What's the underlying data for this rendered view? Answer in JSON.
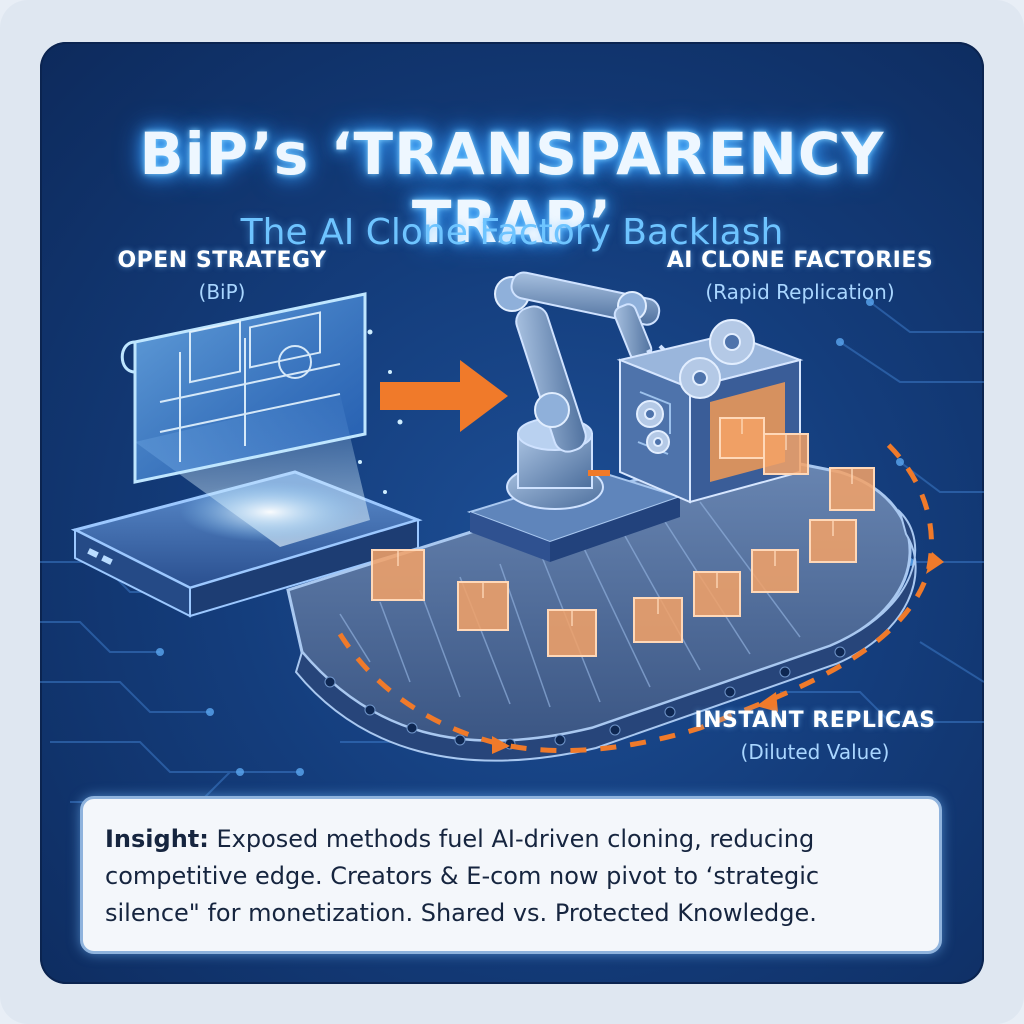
{
  "title": "BiP’s ‘TRANSPARENCY TRAP’",
  "subtitle": "The AI Clone Factory Backlash",
  "open_strategy": {
    "label": "OPEN STRATEGY",
    "sublabel": "(BiP)"
  },
  "clone_factories": {
    "label": "AI CLONE FACTORIES",
    "sublabel": "(Rapid Replication)"
  },
  "replicas": {
    "label": "INSTANT REPLICAS",
    "sublabel": "(Diluted Value)"
  },
  "insight": {
    "lead": "Insight:",
    "text": " Exposed methods fuel AI-driven cloning, reducing competitive edge. Creators & E-com now pivot to ‘strategic silence\" for monetization. Shared vs. Protected Knowledge."
  },
  "colors": {
    "background": "#143d7c",
    "title_glow": "#3fa7ff",
    "subtitle": "#6ec4ff",
    "accent_arrow": "#f07a2a",
    "box_fill": "#f5a266",
    "insight_bg": "#f4f7fb"
  },
  "icons": [
    "blueprint-icon",
    "robot-arm-icon",
    "gear-icon",
    "package-box-icon",
    "conveyor-belt-icon",
    "arrow-right-icon"
  ]
}
